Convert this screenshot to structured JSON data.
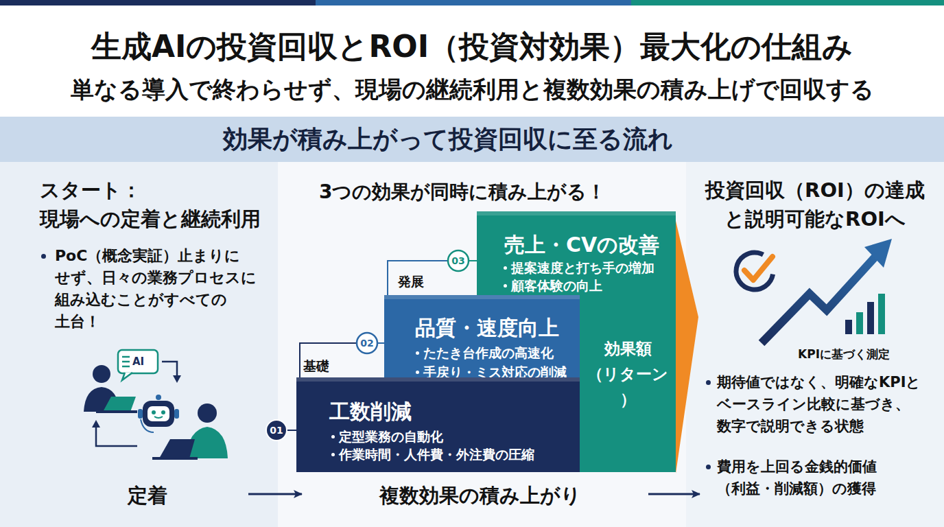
{
  "diagram": {
    "title": "生成AIの投資回収とROI（投資対効果）最大化の仕組み",
    "nodes": [
      {
        "text": [
          "効果が積み上がって投資回収に至る流れ"
        ]
      },
      {
        "text": [
          "スタート： 現場への定着と継続利用",
          "PoC（概念実証）止まりに せず、日々の業務プロセスに 組み込むことがすべての 土台！",
          "定着"
        ]
      },
      {
        "text": [
          "3つの効果が同時に積み上がる！",
          "複数効果の積み上がり"
        ]
      },
      {
        "text": [
          "工数削減",
          "定型業務の自動化",
          "作業時間・人件費・外注費の圧縮"
        ],
        "in": 2
      },
      {
        "text": [
          "品質・速度向上",
          "たたき台作成の高速化",
          "手戻り・ミス対応の削減"
        ],
        "in": 2
      },
      {
        "text": [
          "売上・CVの改善",
          "提案速度と打ち手の増加",
          "顧客体験の向上",
          "効果額 （リターン）"
        ],
        "in": 2
      },
      {
        "text": [
          "投資回収（ROI）の達成 と説明可能なROIへ",
          "KPIに基づく測定",
          "期待値ではなく、明確なKPIと ベースライン比較に基づき、 数字で説明できる状態",
          "費用を上回る金銭的価値 （利益・削減額）の獲得"
        ]
      }
    ],
    "edges": [
      {
        "from": 1,
        "to": 2,
        "arrow": "to"
      },
      {
        "from": 2,
        "to": 6,
        "arrow": "to"
      }
    ],
    "labels": [
      "単なる導入で終わらせず、現場の継続利用と複数効果の積み上げで回収する",
      "AI",
      "01",
      "基礎",
      "02",
      "発展",
      "03"
    ]
  }
}
